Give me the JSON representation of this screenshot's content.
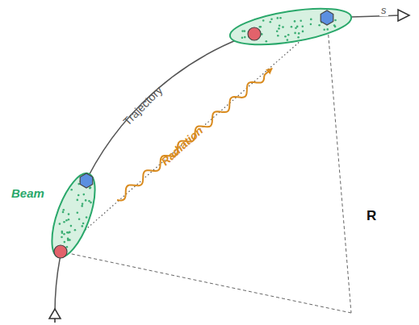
{
  "diagram": {
    "labels": [
      "Beam",
      "Trajectory",
      "Radiation",
      "R",
      "s"
    ]
  }
}
